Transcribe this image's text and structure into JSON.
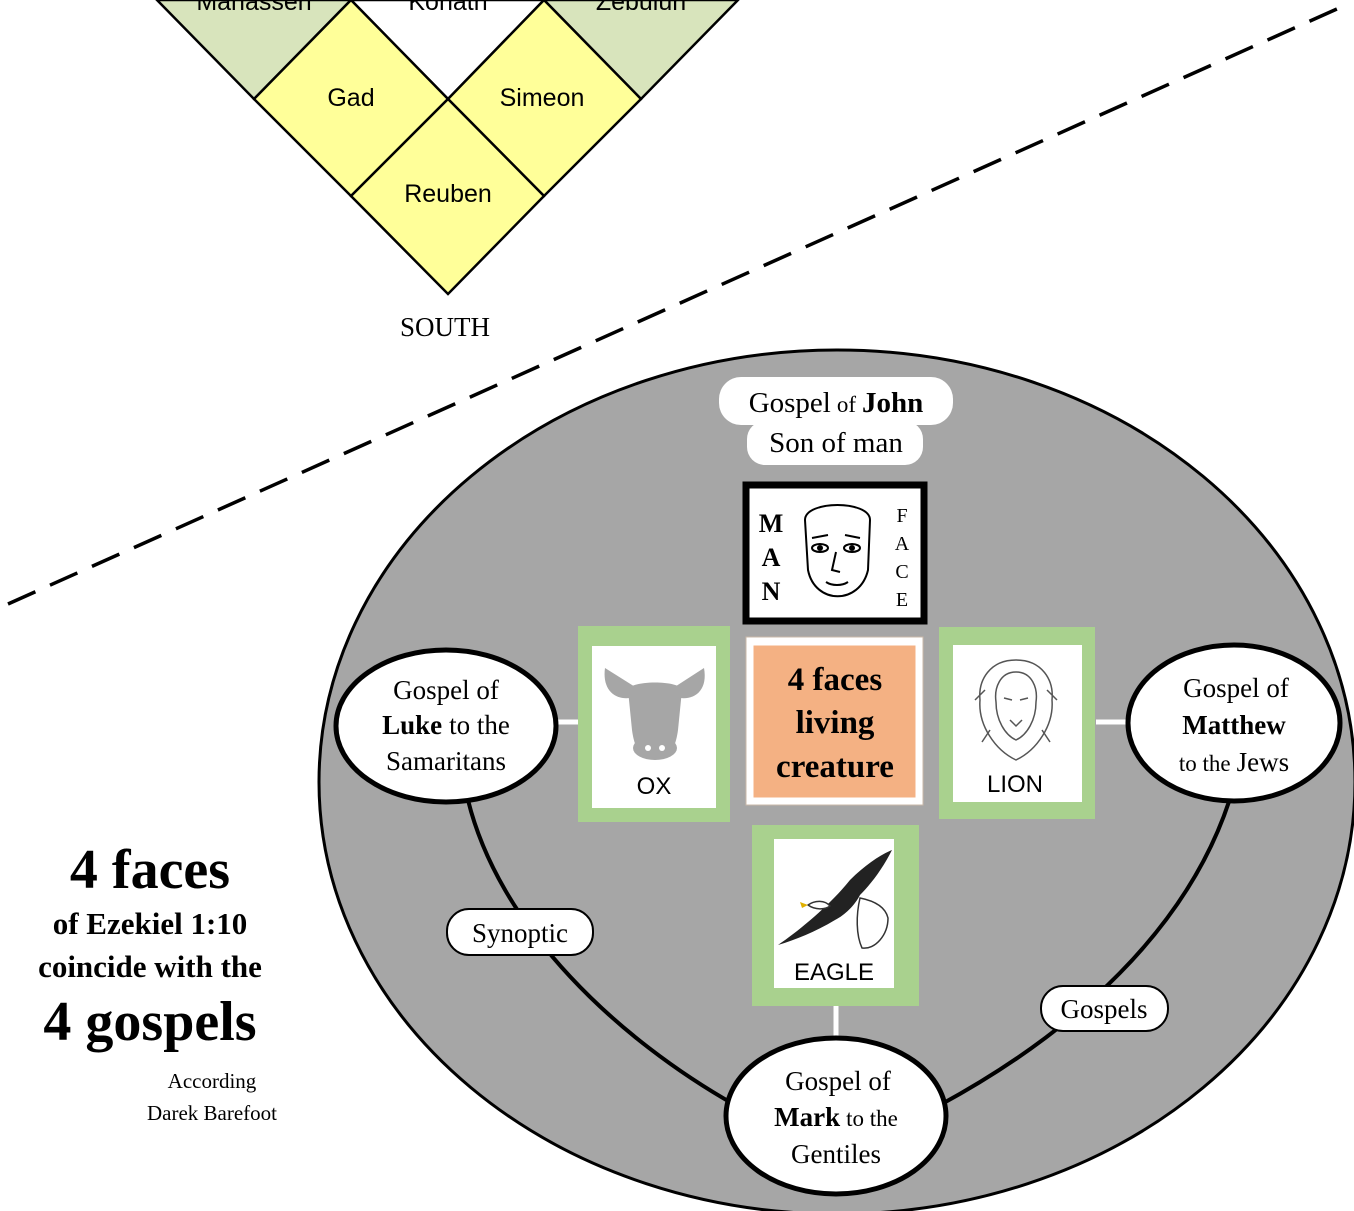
{
  "camp": {
    "tribes": {
      "manasseh": "Manasseh",
      "kohath": "Kohath",
      "zebulun": "Zebulun",
      "gad": "Gad",
      "simeon": "Simeon",
      "reuben": "Reuben"
    },
    "direction_label": "SOUTH"
  },
  "diagram": {
    "john": {
      "line1_a": "Gospel",
      "line1_of": "of",
      "line1_name": "John",
      "line2": "Son of man"
    },
    "man_card": {
      "side_letters": [
        "M",
        "A",
        "N"
      ],
      "face_letters": [
        "F",
        "A",
        "C",
        "E"
      ]
    },
    "center": {
      "line1": "4 faces",
      "line2": "living",
      "line3": "creature"
    },
    "ox_card": {
      "label": "OX"
    },
    "lion_card": {
      "label": "LION"
    },
    "eagle_card": {
      "label": "EAGLE"
    },
    "luke": {
      "line1": "Gospel of",
      "name": "Luke",
      "rest": "to the",
      "line3": "Samaritans"
    },
    "matthew": {
      "line1": "Gospel of",
      "name": "Matthew",
      "line3_a": "to the",
      "line3_b": "Jews"
    },
    "mark": {
      "line1": "Gospel of",
      "name": "Mark",
      "rest": "to the",
      "line3": "Gentiles"
    },
    "synoptic_label": "Synoptic",
    "gospels_label": "Gospels"
  },
  "caption": {
    "line1": "4 faces",
    "line2": "of Ezekiel 1:10",
    "line3": "coincide with the",
    "line4": "4 gospels",
    "credit1": "According",
    "credit2": "Darek Barefoot"
  },
  "colors": {
    "tribe_green": "#d8e4bc",
    "tribe_yellow": "#ffff99",
    "ellipse_gray": "#a6a6a6",
    "card_frame_green": "#a9d18e",
    "center_orange": "#f4b183"
  }
}
